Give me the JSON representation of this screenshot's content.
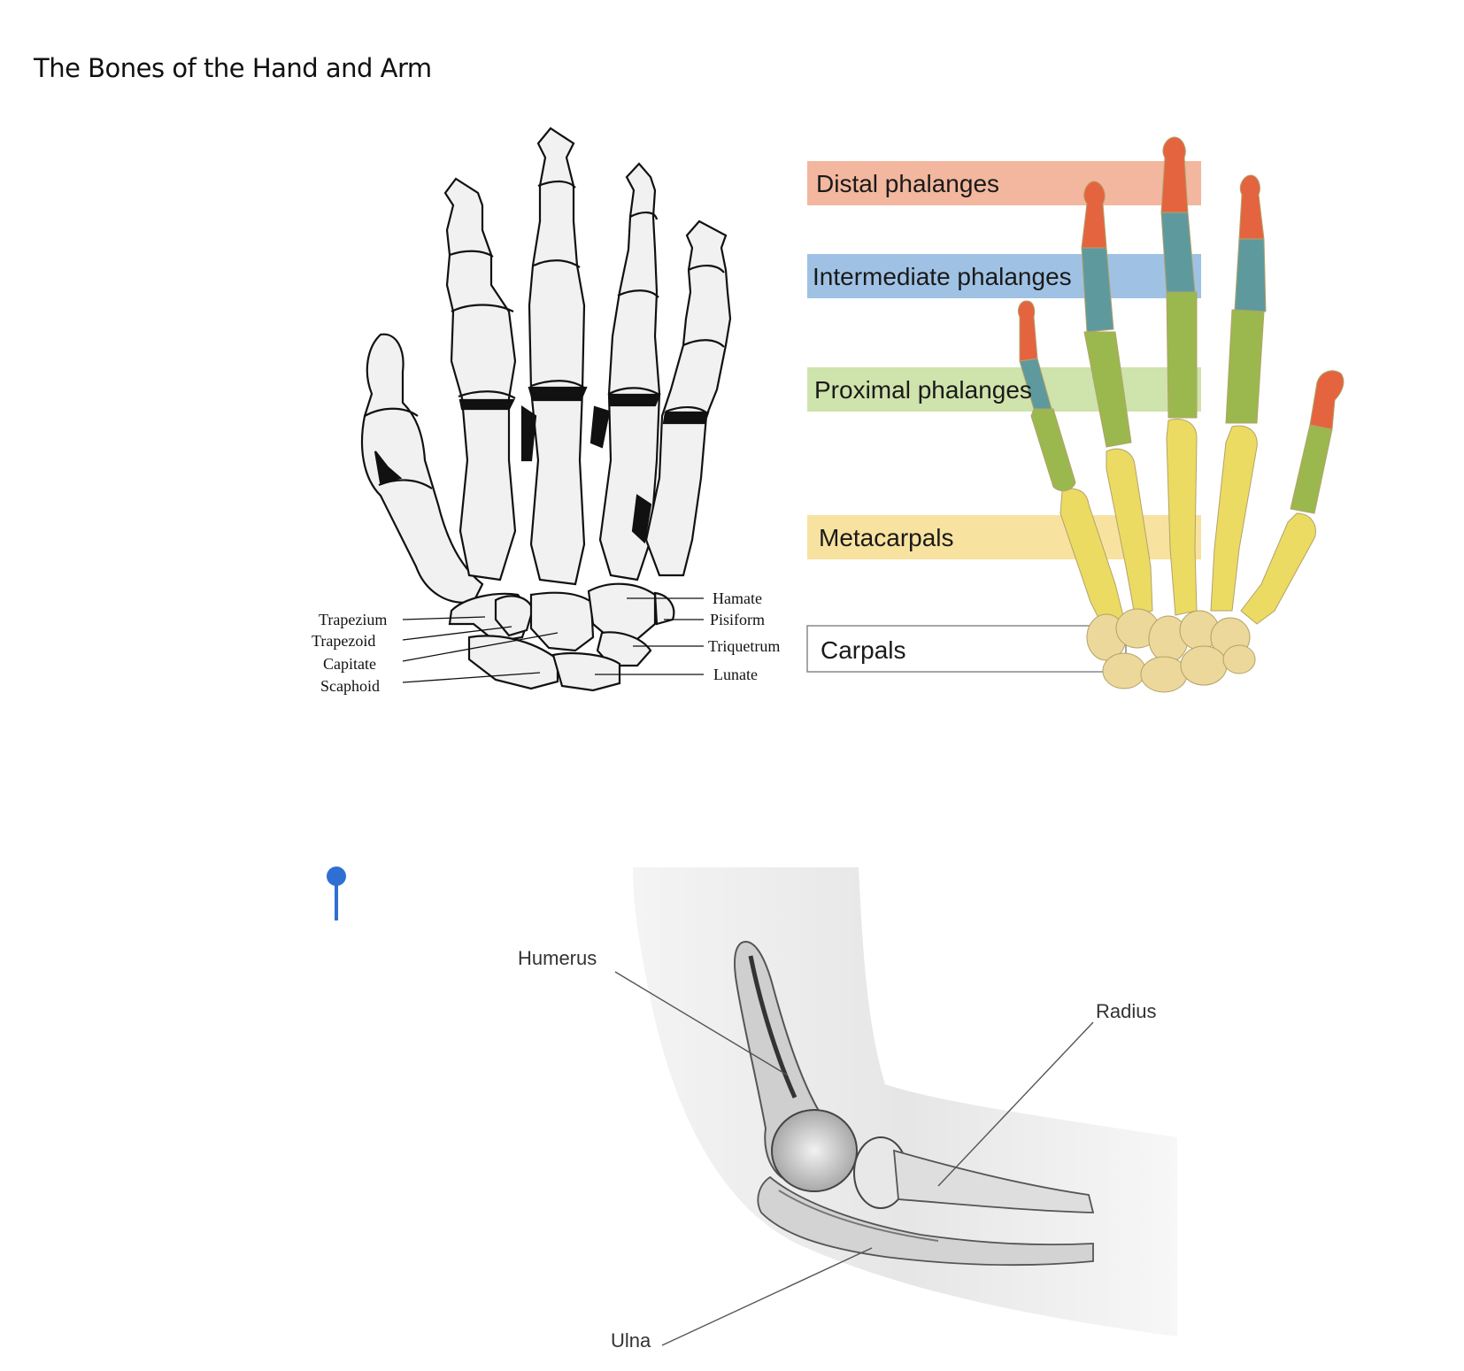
{
  "document": {
    "title": "The Bones of the Hand and Arm"
  },
  "hand_diagram": {
    "left_labels": [
      "Trapezium",
      "Trapezoid",
      "Capitate",
      "Scaphoid"
    ],
    "right_labels": [
      "Hamate",
      "Pisiform",
      "Triquetrum",
      "Lunate"
    ]
  },
  "colored_hand": {
    "bands": [
      {
        "label": "Distal phalanges",
        "color": "#f2b79e"
      },
      {
        "label": "Intermediate phalanges",
        "color": "#9fc2e4"
      },
      {
        "label": "Proximal phalanges",
        "color": "#cfe3ac"
      },
      {
        "label": "Metacarpals",
        "color": "#f8e29f"
      },
      {
        "label": "Carpals",
        "color": "#ffffff"
      }
    ],
    "bone_colors": {
      "distal": "#e4643f",
      "intermediate": "#5e9a9d",
      "proximal": "#9bb84e",
      "metacarpal": "#ecdb62",
      "carpal": "#ecd89a"
    }
  },
  "elbow_diagram": {
    "labels": {
      "humerus": "Humerus",
      "radius": "Radius",
      "ulna": "Ulna"
    }
  },
  "cursor_marker": {
    "icon": "pin-icon",
    "color": "#2f6fd4"
  }
}
